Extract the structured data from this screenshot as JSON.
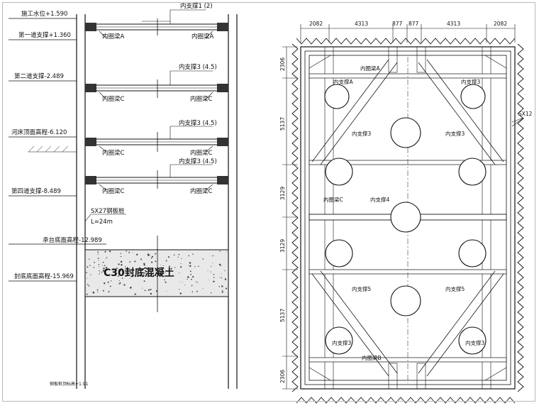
{
  "section": {
    "elevations": [
      {
        "text": "施工水位+1.590"
      },
      {
        "text": "第一道支撑+1.360"
      },
      {
        "text": "第二道支撑-2.489"
      },
      {
        "text": "河床顶面高程-6.120"
      },
      {
        "text": "第四道支撑-8.489"
      },
      {
        "text": "承台底面高程-12.989"
      },
      {
        "text": "封底底面高程-15.969"
      }
    ],
    "strut_labels": [
      "内支撑1 (2)",
      "内支撑3 (4.5)",
      "内支撑3 (4.5)",
      "内支撑3 (4.5)"
    ],
    "wale_labels": [
      [
        "内圈梁A",
        "内圈梁A"
      ],
      [
        "内圈梁C",
        "内圈梁C"
      ],
      [
        "内圈梁C",
        "内圈梁C"
      ],
      [
        "内圈梁C",
        "内圈梁C"
      ]
    ],
    "pile_label": "SX27钢板桩",
    "pile_length": "L=24m",
    "concrete_label": "C30封底混凝土",
    "footnote": "钢板桩顶标高+1.91"
  },
  "plan": {
    "top_dims": [
      "2082",
      "4313",
      "877",
      "877",
      "4313",
      "2082"
    ],
    "side_dims": [
      "2306",
      "5137",
      "3129",
      "3129",
      "5137",
      "2306"
    ],
    "pile_callout": "SX12",
    "labels": {
      "wale_top": "内圈梁A",
      "strut_tl": "内支撑A",
      "strut_tr": "内支撑3",
      "diag_l1": "内支撑3",
      "diag_r1": "内支撑3",
      "wale_left": "内圈梁C",
      "strut_mid": "内支撑4",
      "diag_l2": "内支撑5",
      "diag_r2": "内支撑5",
      "strut_bl": "内支撑3",
      "strut_br": "内支撑3",
      "wale_bottom": "内圈梁B"
    }
  }
}
